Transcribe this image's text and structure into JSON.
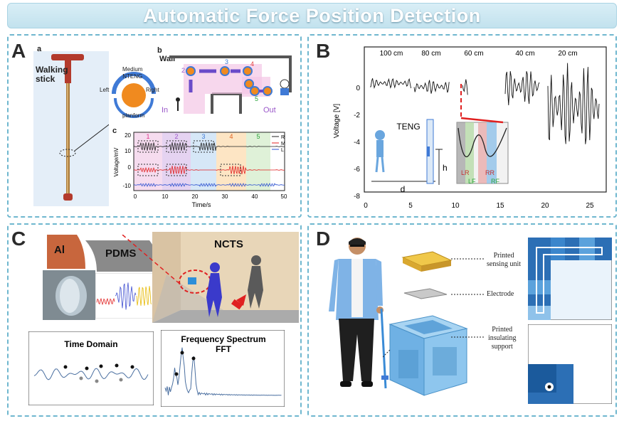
{
  "title": "Automatic Force Position Detection",
  "colors": {
    "title_bg": "#c2e2ee",
    "panel_border": "#6fb7cf",
    "orange": "#f08a1f",
    "blue": "#3f7ad6",
    "pink": "#f3c6e6",
    "purple": "#9a57c9"
  },
  "panel_a": {
    "letter": "A",
    "sub_a": "a",
    "sub_b": "b",
    "sub_c": "c",
    "walking_stick": "Walking\nstick",
    "medium_nteng": "Medium\nNTENG",
    "left": "Left",
    "right": "Right",
    "planform": "planform",
    "wall": "Wall",
    "in": "In",
    "out": "Out",
    "path_numbers": [
      "1",
      "2",
      "3",
      "4",
      "5"
    ],
    "chart_c": {
      "ylabel": "Voltage/mV",
      "xlabel": "Time/s",
      "yticks": [
        "20",
        "10",
        "0",
        "-10"
      ],
      "xticks": [
        "0",
        "10",
        "20",
        "30",
        "40",
        "50"
      ],
      "legend": [
        "R",
        "M",
        "L"
      ],
      "regions": [
        "1",
        "2",
        "3",
        "4",
        "5"
      ]
    }
  },
  "panel_b": {
    "letter": "B",
    "distances": [
      "100 cm",
      "80 cm",
      "60 cm",
      "40 cm",
      "20 cm"
    ],
    "ylabel": "Voltage [V]",
    "yticks": [
      "0",
      "-2",
      "-4",
      "-6",
      "-8"
    ],
    "xticks": [
      "0",
      "5",
      "10",
      "15",
      "20",
      "25"
    ],
    "teng": "TENG",
    "h": "h",
    "d": "d",
    "inset_labels": [
      "LR",
      "RR",
      "LF",
      "RF"
    ]
  },
  "panel_c": {
    "letter": "C",
    "al": "Al",
    "pdms": "PDMS",
    "ncts": "NCTS",
    "time_domain": "Time Domain",
    "freq_title": "Frequency Spectrum",
    "fft": "FFT"
  },
  "panel_d": {
    "letter": "D",
    "printed_sensing_unit": "Printed\nsensing unit",
    "electrode": "Electrode",
    "printed_insulating_support": "Printed\ninsulating\nsupport"
  }
}
